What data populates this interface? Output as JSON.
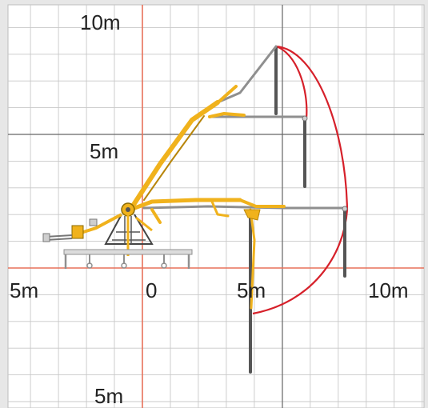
{
  "diagram": {
    "title": "",
    "colors": {
      "background": "#e7e7e7",
      "panel": "#ffffff",
      "grid_minor": "#c8c8c8",
      "grid_major": "#666666",
      "axis": "#e8715a",
      "boom": "#f0b21c",
      "boom_dark": "#b8860b",
      "pipe": "#8f8f8f",
      "pipe_dark": "#555555",
      "reach_curve": "#d6202a",
      "frame": "#909090",
      "label": "#222222"
    },
    "labels": {
      "top_10m": "10m",
      "left_5m": "5m",
      "mid_5m": "5m",
      "origin_0": "0",
      "right_5m": "5m",
      "right_10m": "10m",
      "bottom_5m": "5m"
    }
  }
}
